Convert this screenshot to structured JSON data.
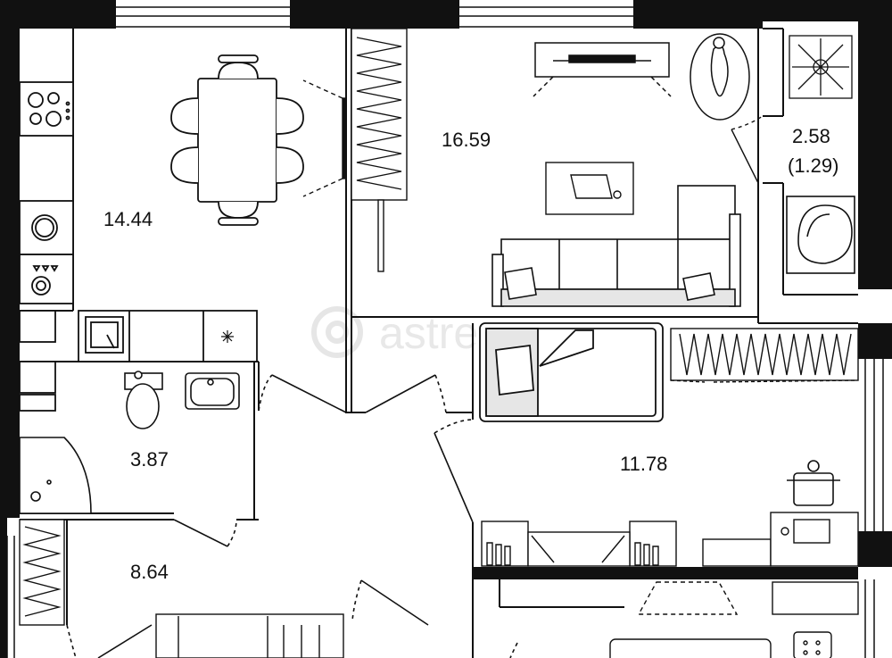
{
  "plan": {
    "colors": {
      "wall": "#111111",
      "line": "#1a1a1a",
      "fill_gray": "#e6e6e6",
      "background": "#ffffff",
      "watermark": "#e6e6e6"
    },
    "rooms": [
      {
        "id": "kitchen",
        "area": "14.44"
      },
      {
        "id": "living",
        "area": "16.59"
      },
      {
        "id": "balcony",
        "area": "2.58",
        "area_note": "(1.29)"
      },
      {
        "id": "bathroom",
        "area": "3.87"
      },
      {
        "id": "bedroom",
        "area": "11.78"
      },
      {
        "id": "hall",
        "area": "8.64"
      }
    ],
    "watermark": "astrego"
  }
}
